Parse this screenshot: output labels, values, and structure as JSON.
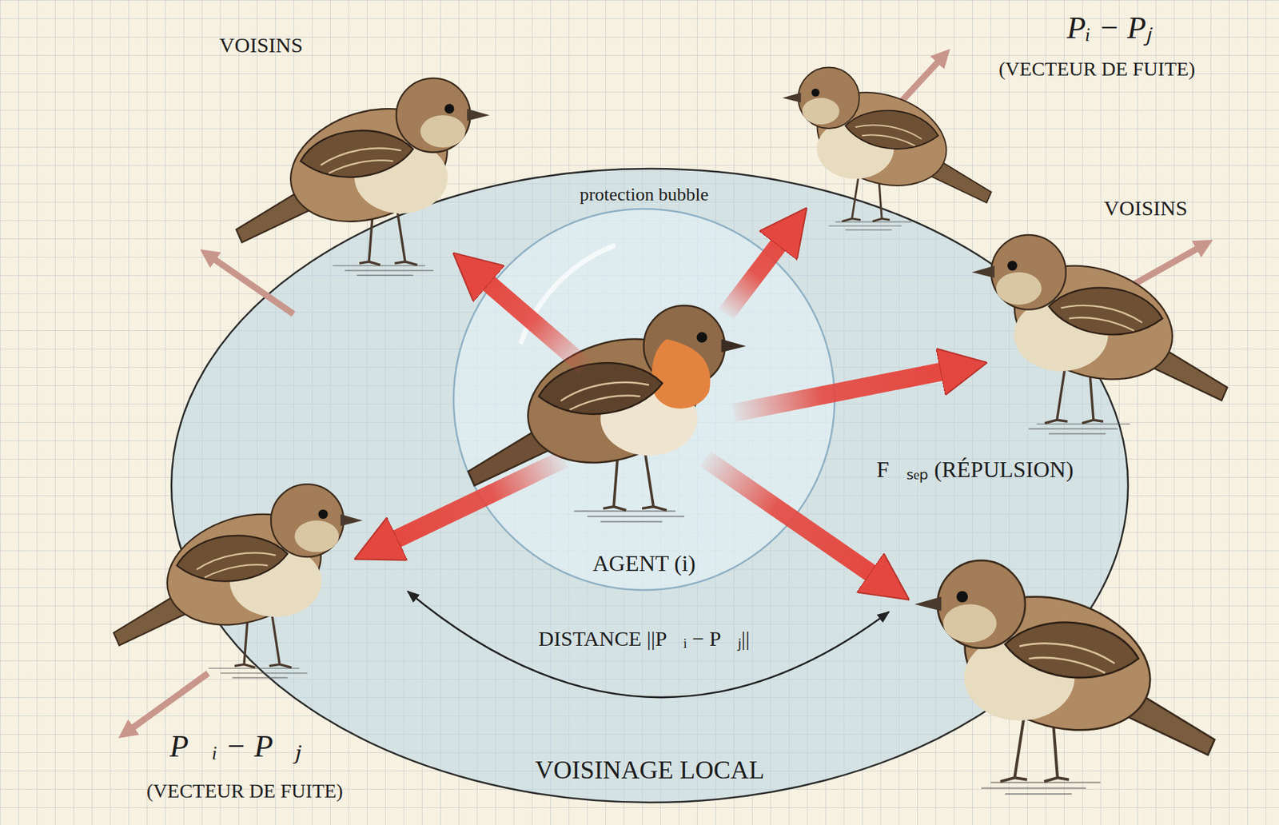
{
  "diagram": {
    "nodes": [
      {
        "text": [
          "VOISINAGE LOCAL"
        ]
      },
      {
        "text": [
          "protection bubble",
          "AGENT (i)"
        ],
        "in": 0
      }
    ],
    "labels": [
      "VOISINS",
      "Pᵢ − Pⱼ",
      "(VECTEUR DE FUITE)",
      "VOISINS",
      "F⃗ₛₑₚ (RÉPULSION)",
      "DISTANCE ||P⃗ᵢ − P⃗ⱼ||",
      "P⃗ᵢ − P⃗ⱼ",
      "(VECTEUR DE FUITE)"
    ]
  }
}
